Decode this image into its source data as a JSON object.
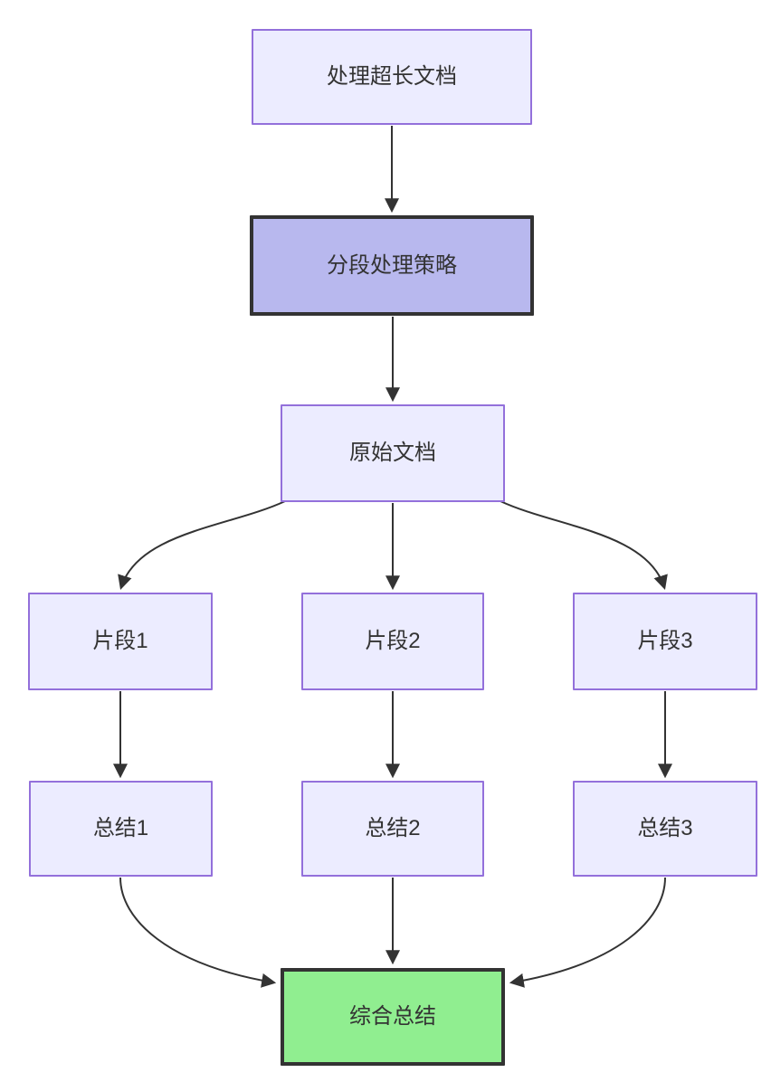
{
  "diagram": {
    "type": "flowchart",
    "direction": "top-down",
    "colors": {
      "node_fill": "#ECECFF",
      "node_border": "#9370DB",
      "emphasis_fill": "#B8B8EE",
      "emphasis_border": "#333333",
      "success_fill": "#90EE90",
      "success_border": "#333333",
      "edge_color": "#333333",
      "text_color": "#333333",
      "background": "#ffffff"
    },
    "nodes": [
      {
        "id": "task",
        "label": "处理超长文档",
        "style": "default"
      },
      {
        "id": "strategy",
        "label": "分段处理策略",
        "style": "emphasis"
      },
      {
        "id": "source",
        "label": "原始文档",
        "style": "default"
      },
      {
        "id": "chunk1",
        "label": "片段1",
        "style": "default"
      },
      {
        "id": "chunk2",
        "label": "片段2",
        "style": "default"
      },
      {
        "id": "chunk3",
        "label": "片段3",
        "style": "default"
      },
      {
        "id": "sum1",
        "label": "总结1",
        "style": "default"
      },
      {
        "id": "sum2",
        "label": "总结2",
        "style": "default"
      },
      {
        "id": "sum3",
        "label": "总结3",
        "style": "default"
      },
      {
        "id": "final",
        "label": "综合总结",
        "style": "success"
      }
    ],
    "edges": [
      {
        "from": "task",
        "to": "strategy"
      },
      {
        "from": "strategy",
        "to": "source"
      },
      {
        "from": "source",
        "to": "chunk1"
      },
      {
        "from": "source",
        "to": "chunk2"
      },
      {
        "from": "source",
        "to": "chunk3"
      },
      {
        "from": "chunk1",
        "to": "sum1"
      },
      {
        "from": "chunk2",
        "to": "sum2"
      },
      {
        "from": "chunk3",
        "to": "sum3"
      },
      {
        "from": "sum1",
        "to": "final"
      },
      {
        "from": "sum2",
        "to": "final"
      },
      {
        "from": "sum3",
        "to": "final"
      }
    ]
  }
}
